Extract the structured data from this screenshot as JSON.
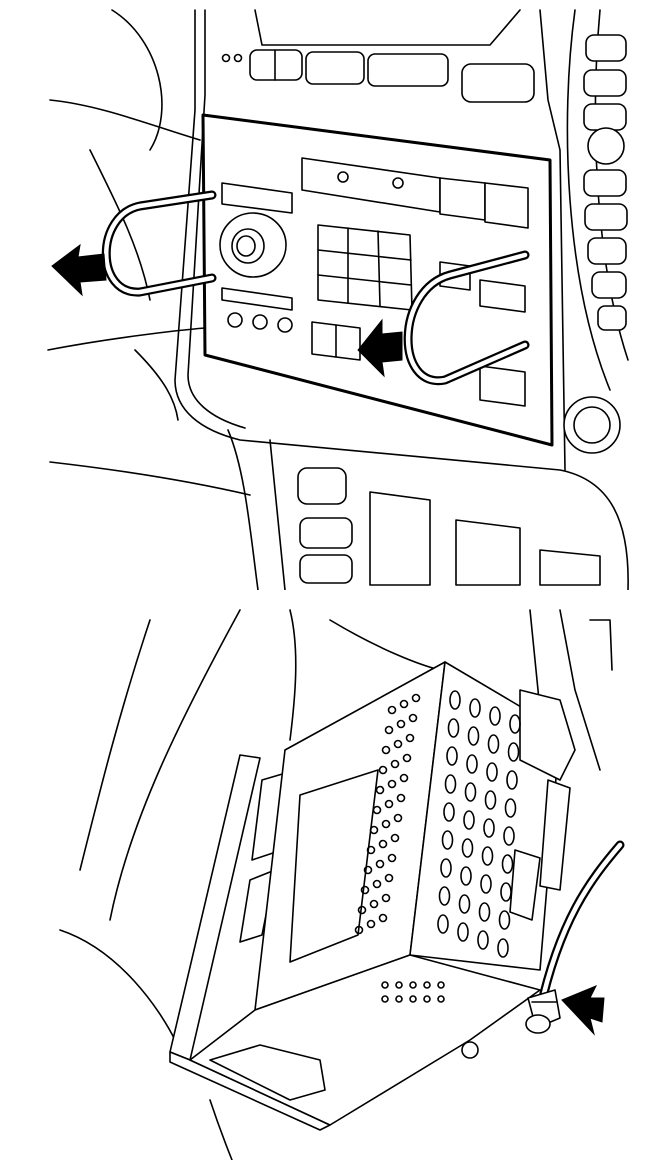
{
  "figure": {
    "panels": [
      {
        "id": "radio-removal",
        "arrows": 2,
        "tools": 2
      },
      {
        "id": "radio-connector",
        "arrows": 1
      }
    ],
    "colors": {
      "line": "#000000",
      "background": "#ffffff"
    },
    "icons": [
      "arrow-left-icon",
      "removal-tool-icon",
      "connector-plug-icon"
    ]
  }
}
